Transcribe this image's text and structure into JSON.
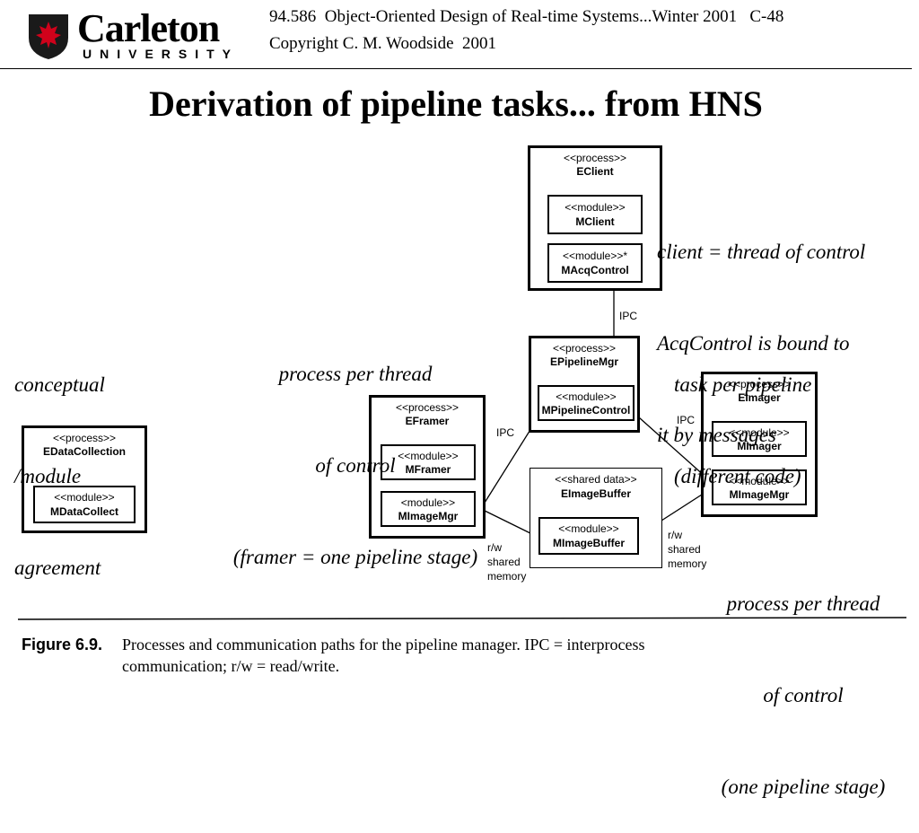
{
  "header": {
    "logo_name": "Carleton",
    "logo_sub": "UNIVERSITY",
    "course_line": "94.586  Object-Oriented Design of Real-time Systems...Winter 2001   C-48",
    "copyright_line": "Copyright C. M. Woodside  2001"
  },
  "title": "Derivation of pipeline tasks... from HNS",
  "annotations": {
    "client_note": [
      "client = thread of control",
      "AcqControl is bound to",
      "it by messages"
    ],
    "conceptual_note": [
      "conceptual",
      "/module",
      "agreement"
    ],
    "process_per_thread_top": [
      "process per thread",
      "of control",
      "(framer = one pipeline stage)"
    ],
    "task_per_pipeline": [
      "task per pipeline",
      "(different code)"
    ],
    "process_per_thread_bottom": [
      "process per thread",
      "of control",
      "(one pipeline stage)"
    ]
  },
  "diagram": {
    "eclient": {
      "stereotype": "<<process>>",
      "name": "EClient",
      "modules": [
        {
          "stereotype": "<<module>>",
          "name": "MClient"
        },
        {
          "stereotype": "<<module>>*",
          "name": "MAcqControl"
        }
      ]
    },
    "epipelinemgr": {
      "stereotype": "<<process>>",
      "name": "EPipelineMgr",
      "modules": [
        {
          "stereotype": "<<module>>",
          "name": "MPipelineControl"
        }
      ]
    },
    "eframer": {
      "stereotype": "<<process>>",
      "name": "EFramer",
      "modules": [
        {
          "stereotype": "<<module>>",
          "name": "MFramer"
        },
        {
          "stereotype": "<module>>",
          "name": "MImageMgr"
        }
      ]
    },
    "eimager": {
      "stereotype": "<<process>>",
      "name": "EImager",
      "modules": [
        {
          "stereotype": "<<module>>",
          "name": "MImager"
        },
        {
          "stereotype": "<<module>>",
          "name": "MImageMgr"
        }
      ]
    },
    "eimagebuffer": {
      "stereotype": "<<shared data>>",
      "name": "EImageBuffer",
      "modules": [
        {
          "stereotype": "<<module>>",
          "name": "MImageBuffer"
        }
      ]
    },
    "edatacollection": {
      "stereotype": "<<process>>",
      "name": "EDataCollection",
      "modules": [
        {
          "stereotype": "<<module>>",
          "name": "MDataCollect"
        }
      ]
    },
    "links": {
      "ipc_top": "IPC",
      "ipc_left": "IPC",
      "ipc_right": "IPC",
      "rw_left": [
        "r/w",
        "shared",
        "memory"
      ],
      "rw_right": [
        "r/w",
        "shared",
        "memory"
      ]
    }
  },
  "caption": {
    "figure": "Figure 6.9.",
    "text_line1": "Processes and communication paths for the pipeline manager. IPC = interprocess",
    "text_line2": "communication; r/w = read/write."
  }
}
